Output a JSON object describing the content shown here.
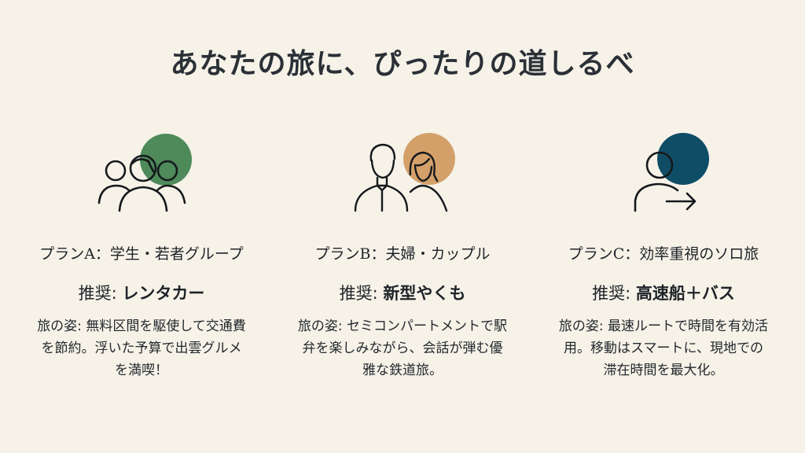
{
  "title": "あなたの旅に、ぴったりの道しるべ",
  "colors": {
    "background": "#f6f2e8",
    "green": "#4e8a5a",
    "orange": "#d4a06a",
    "teal": "#0f4d66",
    "text": "#1e2328"
  },
  "plans": [
    {
      "icon": "group-icon",
      "title": "プランA：学生・若者グループ",
      "rec_label": "推奨: ",
      "rec_value": "レンタカー",
      "desc": "旅の姿: 無料区間を駆使して交通費を節約。浮いた予算で出雲グルメを満喫！"
    },
    {
      "icon": "couple-icon",
      "title": "プランB：夫婦・カップル",
      "rec_label": "推奨: ",
      "rec_value": "新型やくも",
      "desc": "旅の姿: セミコンパートメントで駅弁を楽しみながら、会話が弾む優雅な鉄道旅。"
    },
    {
      "icon": "solo-traveler-icon",
      "title": "プランC：効率重視のソロ旅",
      "rec_label": "推奨: ",
      "rec_value": "高速船＋バス",
      "desc": "旅の姿: 最速ルートで時間を有効活用。移動はスマートに、現地での滞在時間を最大化。"
    }
  ]
}
